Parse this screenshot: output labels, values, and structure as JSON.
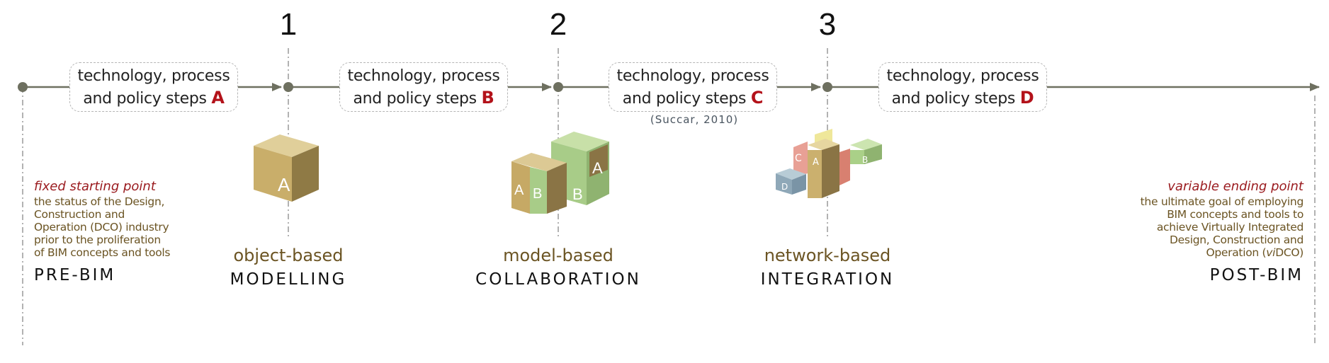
{
  "milestones": [
    "1",
    "2",
    "3"
  ],
  "steps": [
    {
      "line1": "technology, process",
      "line2": "and policy steps",
      "letter": "A"
    },
    {
      "line1": "technology, process",
      "line2": "and policy steps",
      "letter": "B"
    },
    {
      "line1": "technology, process",
      "line2": "and policy steps",
      "letter": "C"
    },
    {
      "line1": "technology, process",
      "line2": "and policy steps",
      "letter": "D"
    }
  ],
  "citation": "(Succar, 2010)",
  "start": {
    "title": "fixed starting point",
    "lines": [
      "the status of the Design,",
      "Construction and",
      "Operation (DCO) industry",
      "prior to the proliferation",
      "of BIM concepts and tools"
    ],
    "label": "PRE-BIM"
  },
  "end": {
    "title": "variable ending point",
    "lines": [
      "the ultimate goal of employing",
      "BIM concepts and tools to",
      "achieve Virtually Integrated",
      "Design, Construction and"
    ],
    "last_prefix": "Operation (",
    "last_italic": "vi",
    "last_suffix": "DCO)",
    "label": "POST-BIM"
  },
  "stages": [
    {
      "sub": "object-based",
      "main": "MODELLING"
    },
    {
      "sub": "model-based",
      "main": "COLLABORATION"
    },
    {
      "sub": "network-based",
      "main": "INTEGRATION"
    }
  ],
  "cube_labels": {
    "stage1": [
      "A"
    ],
    "stage2": [
      "A",
      "B",
      "B",
      "A"
    ],
    "stage3": [
      "C",
      "A",
      "B",
      "D"
    ]
  },
  "colors": {
    "line": "#6e7060",
    "accent": "#b3121a",
    "olive": "#6b5423",
    "italic_red": "#9a1a1e"
  }
}
